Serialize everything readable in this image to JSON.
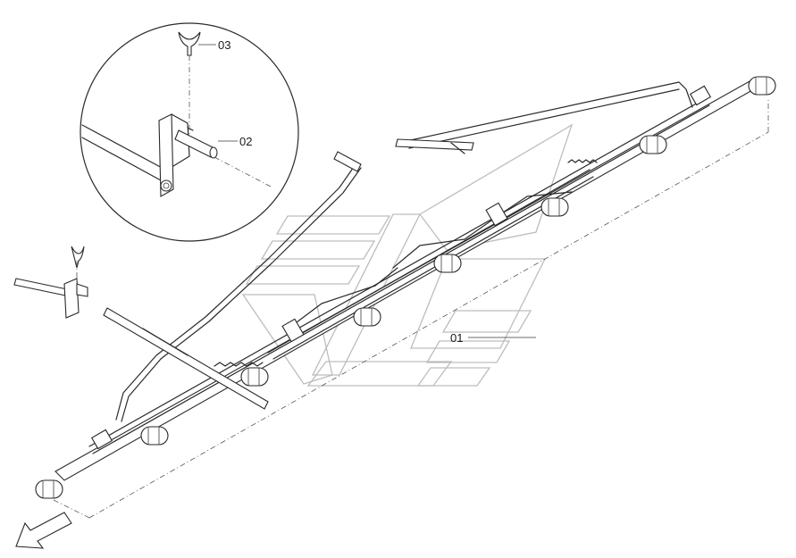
{
  "part_labels": {
    "p01": "01",
    "p02": "02",
    "p03": "03"
  },
  "colors": {
    "line": "#2a2a2a",
    "watermark": "#bdbdbd",
    "background": "#ffffff"
  },
  "icons": {
    "direction_arrow": "direction-arrow-icon",
    "watermark": "brand-watermark-logo"
  }
}
